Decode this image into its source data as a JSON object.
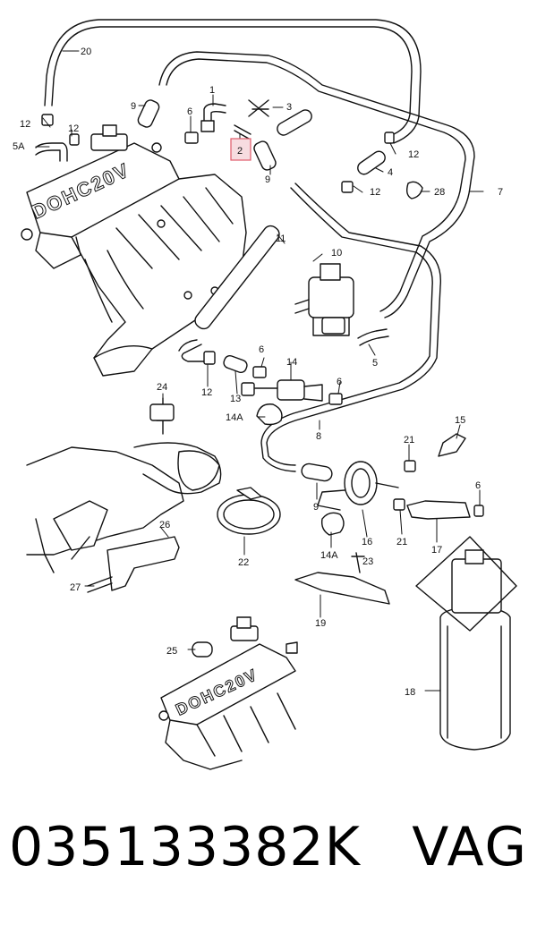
{
  "labels": {
    "l20": "20",
    "l9a": "9",
    "l1": "1",
    "l3": "3",
    "l12a": "12",
    "l12b": "12",
    "l6a": "6",
    "l2": "2",
    "l5a": "5A",
    "l12c": "12",
    "l4": "4",
    "l9b": "9",
    "l12d": "12",
    "l28": "28",
    "l7": "7",
    "l11": "11",
    "l10": "10",
    "l6b": "6",
    "l14": "14",
    "l6c": "6",
    "l5": "5",
    "l12e": "12",
    "l13": "13",
    "l14a": "14A",
    "l24": "24",
    "l8": "8",
    "l15": "15",
    "l21a": "21",
    "l6d": "6",
    "l9c": "9",
    "l22": "22",
    "l16": "16",
    "l21b": "21",
    "l17": "17",
    "l14a2": "14A",
    "l23": "23",
    "l26": "26",
    "l27": "27",
    "l19": "19",
    "l25": "25",
    "l18": "18"
  },
  "manifold_text_top": "DOHC20V",
  "manifold_text_bottom": "DOHC20V",
  "highlight_color": "#e05a6a",
  "footer": {
    "part_number": "035133382K",
    "brand": "VAG"
  }
}
